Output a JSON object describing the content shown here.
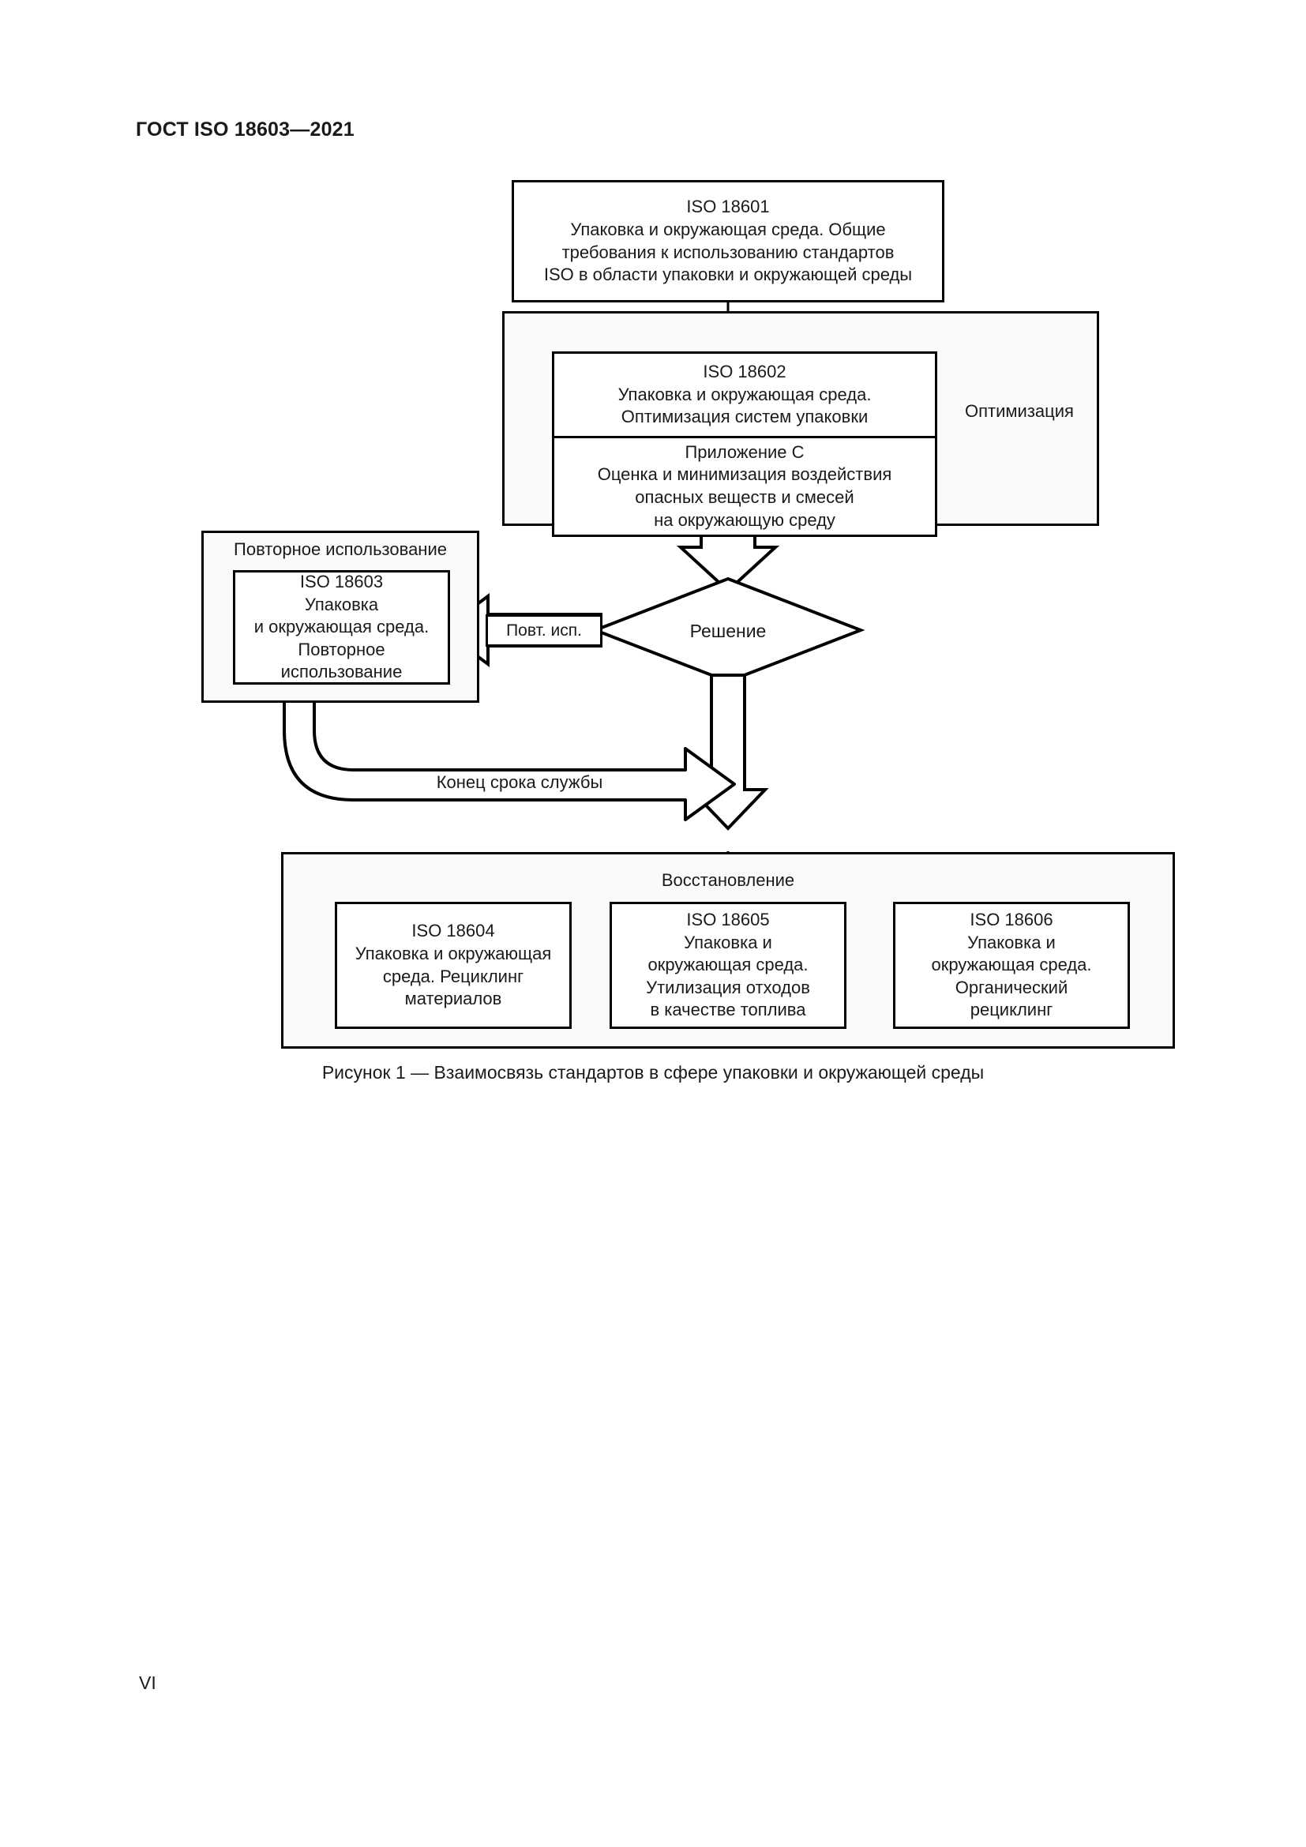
{
  "document": {
    "header": "ГОСТ ISO 18603—2021",
    "page_number": "VI",
    "figure_caption": "Рисунок 1 — Взаимосвязь стандартов в сфере упаковки и окружающей среды"
  },
  "diagram": {
    "title": "Взаимосвязь стандартов в сфере упаковки и окружающей среды",
    "nodes": {
      "iso18601": {
        "code": "ISO 18601",
        "line1": "Упаковка и окружающая среда. Общие",
        "line2": "требования к использованию стандартов",
        "line3": "ISO в области упаковки и окружающей среды"
      },
      "iso18602": {
        "code": "ISO 18602",
        "line1": "Упаковка и окружающая среда.",
        "line2": "Оптимизация систем упаковки"
      },
      "annex_c": {
        "code": "Приложение С",
        "line1": "Оценка и минимизация воздействия",
        "line2": "опасных веществ и смесей",
        "line3": "на окружающую среду"
      },
      "iso18603": {
        "code": "ISO 18603",
        "line1": "Упаковка",
        "line2": "и окружающая среда.",
        "line3": "Повторное",
        "line4": "использование"
      },
      "iso18604": {
        "code": "ISO 18604",
        "line1": "Упаковка и окружающая",
        "line2": "среда. Рециклинг",
        "line3": "материалов"
      },
      "iso18605": {
        "code": "ISO 18605",
        "line1": "Упаковка и",
        "line2": "окружающая среда.",
        "line3": "Утилизация отходов",
        "line4": "в качестве топлива"
      },
      "iso18606": {
        "code": "ISO 18606",
        "line1": "Упаковка и",
        "line2": "окружающая среда.",
        "line3": "Органический",
        "line4": "рециклинг"
      }
    },
    "groups": {
      "optimization": "Оптимизация",
      "reuse": "Повторное использование",
      "recovery": "Восстановление"
    },
    "decision": {
      "label": "Решение"
    },
    "edges": {
      "reuse_branch": "Повт. исп.",
      "end_of_life": "Конец срока службы"
    },
    "colors": {
      "stroke": "#000000",
      "node_fill": "#ffffff",
      "group_fill": "#fafafa",
      "text": "#1a1a1a"
    }
  }
}
